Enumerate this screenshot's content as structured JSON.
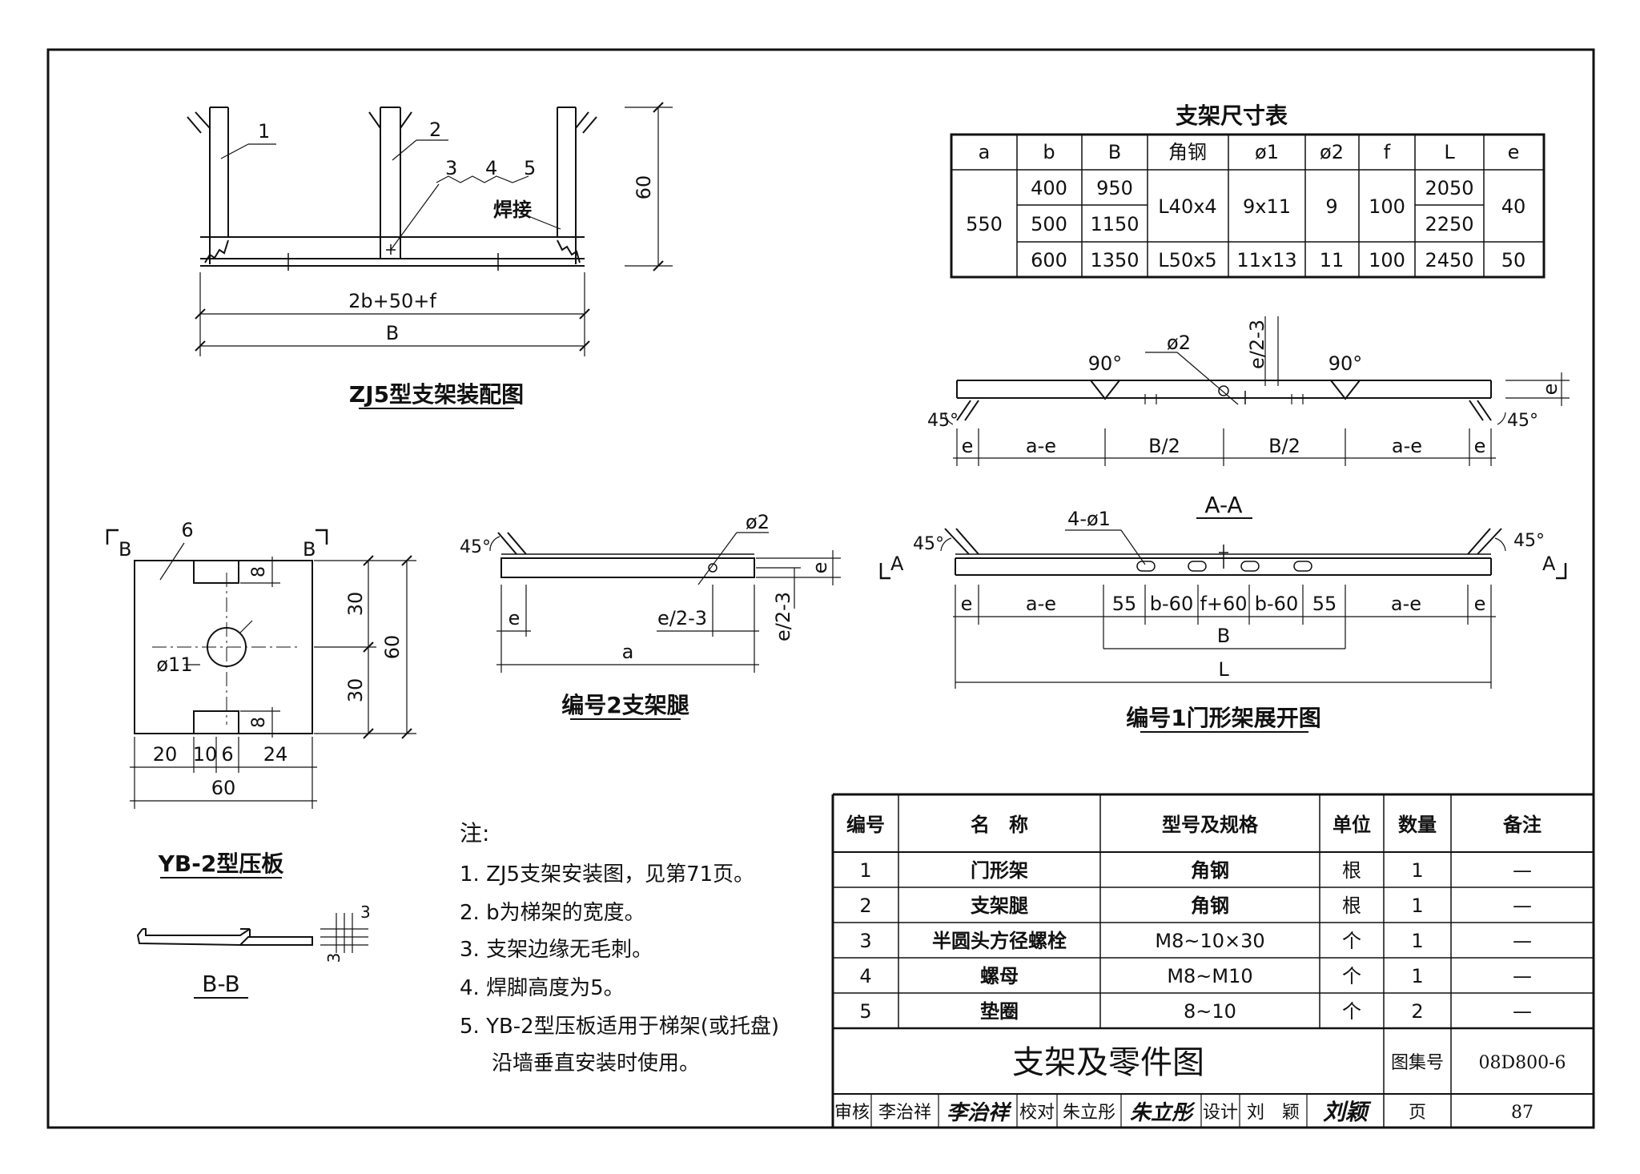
{
  "zj5_assembly": {
    "title": "ZJ5型支架装配图",
    "callouts": [
      "1",
      "2",
      "3",
      "4",
      "5"
    ],
    "weld_label": "焊接",
    "height_dim": "60",
    "width_dim": "2b+50+f",
    "total_dim": "B"
  },
  "dimension_table": {
    "title": "支架尺寸表",
    "headers": [
      "a",
      "b",
      "B",
      "角钢",
      "ø1",
      "ø2",
      "f",
      "L",
      "e"
    ],
    "a": "550",
    "b": [
      "400",
      "500",
      "600"
    ],
    "B": [
      "950",
      "1150",
      "1350"
    ],
    "angle": [
      "L40x4",
      "L50x5"
    ],
    "d1": [
      "9x11",
      "11x13"
    ],
    "d2": [
      "9",
      "11"
    ],
    "f": [
      "100",
      "100"
    ],
    "L": [
      "2050",
      "2250",
      "2450"
    ],
    "e": [
      "40",
      "50"
    ]
  },
  "door_frame_top": {
    "angle_90": "90°",
    "angle_45": "45°",
    "d2_label": "ø2",
    "e_half_label": "e/2-3",
    "e_label": "e",
    "dims": [
      "e",
      "a-e",
      "B/2",
      "B/2",
      "a-e",
      "e"
    ]
  },
  "door_frame_section": {
    "section_label": "A-A",
    "a_marker": "A",
    "angle_45": "45°",
    "holes_label": "4-ø1",
    "dims": [
      "e",
      "a-e",
      "55",
      "b-60",
      "f+60",
      "b-60",
      "55",
      "a-e",
      "e"
    ],
    "B_label": "B",
    "L_label": "L",
    "title": "编号1门形架展开图"
  },
  "plate": {
    "title": "YB-2型压板",
    "section_marker": "B",
    "callout": "6",
    "hole_label": "ø11",
    "slot_dim": "8",
    "right_dims": [
      "30",
      "30"
    ],
    "total_height": "60",
    "bottom_dims": [
      "20",
      "10",
      "6",
      "24"
    ],
    "total_width": "60"
  },
  "section_bb": {
    "label": "B-B",
    "thickness": "3"
  },
  "leg": {
    "title": "编号2支架腿",
    "angle_45": "45°",
    "d2_label": "ø2",
    "e_label": "e",
    "e_half_label": "e/2-3",
    "a_label": "a"
  },
  "notes": {
    "heading": "注:",
    "items": [
      "1. ZJ5支架安装图，见第71页。",
      "2. b为梯架的宽度。",
      "3. 支架边缘无毛刺。",
      "4. 焊脚高度为5。",
      "5. YB-2型压板适用于梯架(或托盘)",
      "沿墙垂直安装时使用。"
    ]
  },
  "parts_table": {
    "headers": [
      "编号",
      "名　称",
      "型号及规格",
      "单位",
      "数量",
      "备注"
    ],
    "rows": [
      [
        "1",
        "门形架",
        "角钢",
        "根",
        "1",
        "—"
      ],
      [
        "2",
        "支架腿",
        "角钢",
        "根",
        "1",
        "—"
      ],
      [
        "3",
        "半圆头方径螺栓",
        "M8~10×30",
        "个",
        "1",
        "—"
      ],
      [
        "4",
        "螺母",
        "M8~M10",
        "个",
        "1",
        "—"
      ],
      [
        "5",
        "垫圈",
        "8~10",
        "个",
        "2",
        "—"
      ]
    ]
  },
  "title_block": {
    "title": "支架及零件图",
    "atlas_label": "图集号",
    "atlas_no": "08D800-6",
    "page_label": "页",
    "page_no": "87",
    "review_label": "审核",
    "reviewer": "李治祥",
    "review_sig": "李治祥",
    "check_label": "校对",
    "checker": "朱立彤",
    "check_sig": "朱立彤",
    "design_label": "设计",
    "designer": "刘　颖",
    "design_sig": "刘颖"
  }
}
